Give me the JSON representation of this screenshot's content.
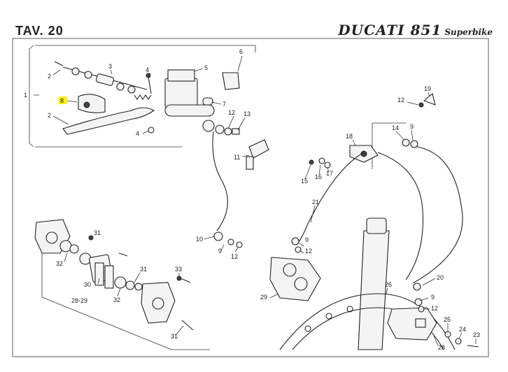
{
  "header": {
    "plate": "TAV.  20",
    "brand": "DUCATI 851",
    "brand_sub": "Superbike"
  },
  "highlight_color": "#fff200",
  "callouts": {
    "c1": "1",
    "c2a": "2",
    "c2b": "2",
    "c3": "3",
    "c4a": "4",
    "c4b": "4",
    "c5": "5",
    "c6": "6",
    "c7": "7",
    "c8": "8",
    "c9a": "9",
    "c9b": "9",
    "c9c": "9",
    "c9d": "9",
    "c10": "10",
    "c11": "11",
    "c12a": "12",
    "c12b": "12",
    "c12c": "12",
    "c12d": "12",
    "c12e": "12",
    "c13": "13",
    "c14": "14",
    "c15": "15",
    "c16": "16",
    "c17": "17",
    "c18": "18",
    "c19": "19",
    "c20": "20",
    "c21": "21",
    "c23": "23",
    "c24": "24",
    "c25": "25",
    "c26": "26",
    "c28": "28",
    "c29": "29",
    "c30": "30",
    "c31a": "31",
    "c31b": "31",
    "c31c": "31",
    "c32a": "32",
    "c32b": "32",
    "c33": "33",
    "c2829": "28-29"
  }
}
